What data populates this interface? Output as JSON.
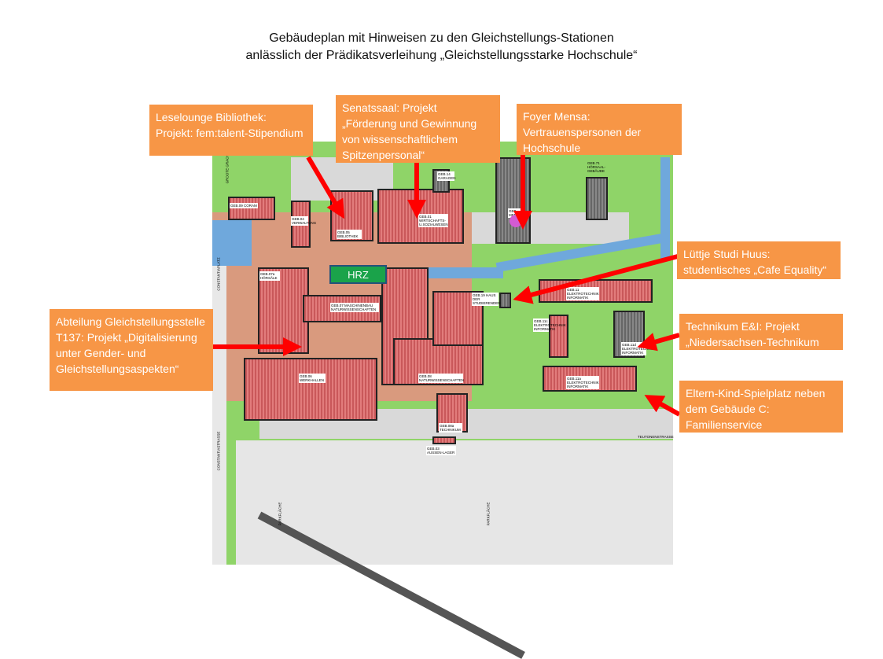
{
  "title": {
    "line1": "Gebäudeplan mit Hinweisen zu den Gleichstellungs-Stationen",
    "line2": "anlässlich der Prädikatsverleihung „Gleichstellungsstarke Hochschule“"
  },
  "callouts": [
    {
      "id": "bibliothek",
      "text": "Leselounge Bibliothek: Projekt: fem:talent-Stipendium"
    },
    {
      "id": "senatssaal",
      "text": "Senatssaal: Projekt „Förderung und Gewinnung von wissenschaftlichem Spitzenpersonal“"
    },
    {
      "id": "mensa",
      "text": "Foyer Mensa: Vertrauenspersonen der Hochschule"
    },
    {
      "id": "studi-huus",
      "text": "Lüttje Studi Huus: studentisches „Cafe Equality“"
    },
    {
      "id": "gleichstellungsstelle",
      "text": "Abteilung Gleichstellungsstelle T137: Projekt „Digitalisierung unter Gender- und Gleichstellungsaspekten“"
    },
    {
      "id": "technikum",
      "text": "Technikum E&I:  Projekt „Niedersachsen-Technikum"
    },
    {
      "id": "spielplatz",
      "text": "Eltern-Kind-Spielplatz neben dem  Gebäude C: Familienservice"
    }
  ],
  "map": {
    "hrz_label": "HRZ",
    "buildings": {
      "coram": "GEB.09 CORAM",
      "verwaltung": "GEB.04 VERWALTUNG",
      "bibliothek": "GEB.05 BIBLIOTHEK",
      "wirtschaft": "GEB.01 WIRTSCHAFTS- U.SOZIALWESEN",
      "garagen": "GEB.14 GARAGEN",
      "mensa": "GEB. MENSA",
      "hoersaal": "GEB.71 HÖRSAAL-GEBÄUDE",
      "hoersaele": "GEB.07a HÖRSÄLE",
      "maschinenbau": "GEB.07 MASCHINENBAU NATURWISSENSCHAFTEN",
      "werkhallen": "GEB.06 WERKHALLEN",
      "naturwiss": "GEB.08 NATURWISSENSCHAFTEN",
      "studierende": "GEB.19 HAUS DER STUDIERENDEN",
      "et1": "GEB.11 ELEKTROTECHNIK INFORMATIK",
      "et2": "GEB.11c ELEKTROTECHNIK INFORMATIK",
      "et3": "GEB.11d ELEKTROTECHNIK INFORMATIK",
      "et4": "GEB.11a ELEKTROTECHNIK INFORMATIK",
      "technikum": "GEB.08a TECHNIKUM",
      "lager": "GEB.03 AUSSEN-LAGER"
    },
    "streets": {
      "constantiaplatz": "CONSTANTIAPLATZ",
      "constantiastrasse": "CONSTANTIASTRASSE",
      "grachtsweg": "GROOTE GRACHT",
      "tritonstrasse": "TEUTONENSTRASSE",
      "parkflaeche1": "PARKFLÄCHE",
      "parkflaeche2": "PARKFLÄCHE"
    }
  },
  "colors": {
    "callout": "#f79646",
    "arrow": "#ff0000",
    "hrz": "#1aa34a",
    "lawn": "#8fd468",
    "roof": "#d9686a",
    "water": "#6fa8dc"
  }
}
